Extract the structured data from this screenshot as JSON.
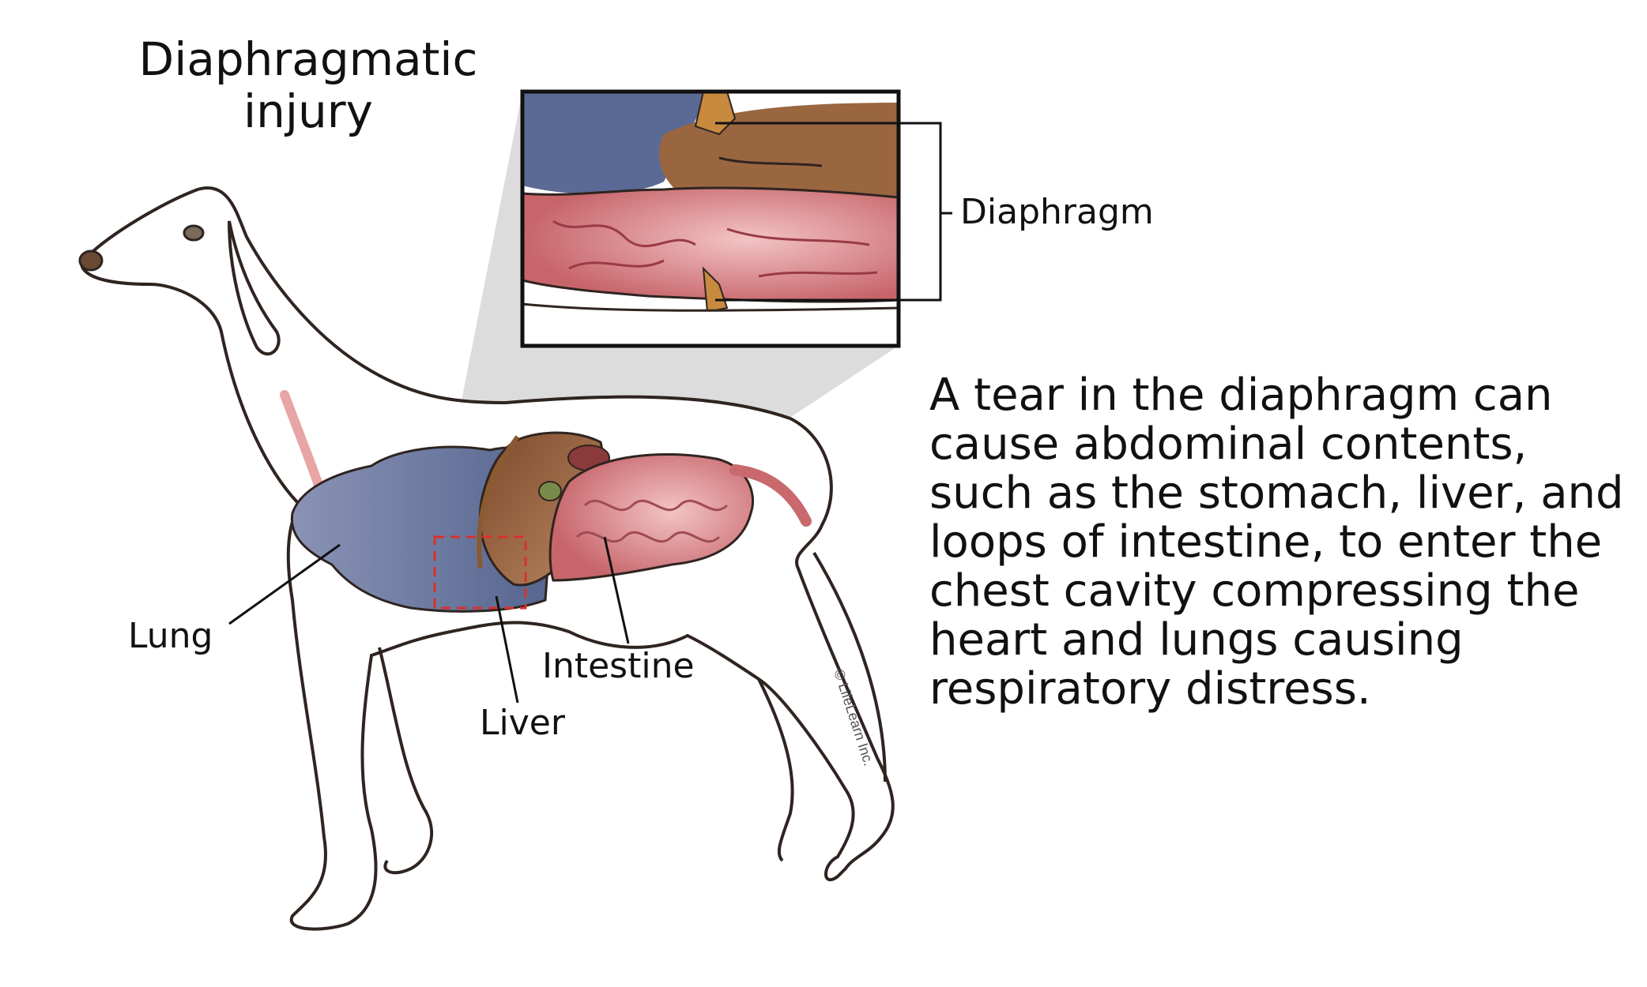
{
  "title": {
    "line1": "Diaphragmatic",
    "line2": "injury"
  },
  "labels": {
    "diaphragm": "Diaphragm",
    "lung": "Lung",
    "liver": "Liver",
    "intestine": "Intestine"
  },
  "description": {
    "lines": [
      "A tear in the diaphragm can",
      "cause abdominal contents,",
      "such as the stomach, liver, and",
      "loops of intestine, to enter the",
      "chest cavity compressing the",
      "heart and lungs causing",
      "respiratory distress."
    ]
  },
  "copyright": "© LifeLearn Inc.",
  "colors": {
    "outline": "#2f2420",
    "lung": "#5a6a94",
    "liver": "#9a6640",
    "intestine": "#c9696e",
    "tear_box": "#d9312b",
    "callout": "#d9d9d9"
  }
}
